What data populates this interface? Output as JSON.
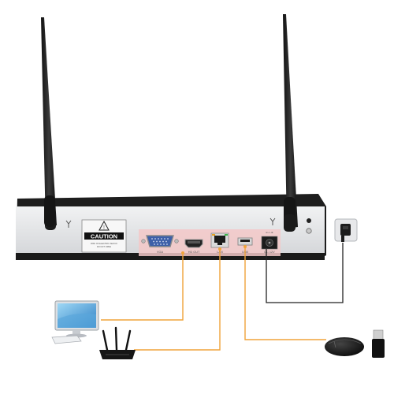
{
  "nvr": {
    "caution": {
      "warning_symbol": "!",
      "heading": "CAUTION",
      "lines": [
        "RISK OF ELECTRIC SHOCK",
        "DO NOT OPEN"
      ]
    },
    "ports": {
      "vga": "VGA",
      "hdmi": "HD OUT",
      "lan": "LAN",
      "usb": "USB",
      "power": "DC 12V"
    }
  },
  "icons": [
    "antenna-icon",
    "monitor-icon",
    "router-icon",
    "mouse-icon",
    "usb-dongle-icon",
    "power-adapter-icon",
    "wifi-icon"
  ],
  "colors": {
    "cable": "#f0a33a",
    "port_highlight": "#f3c8c8",
    "chassis": "#2a2a2a",
    "panel": "#e4e5e7"
  }
}
